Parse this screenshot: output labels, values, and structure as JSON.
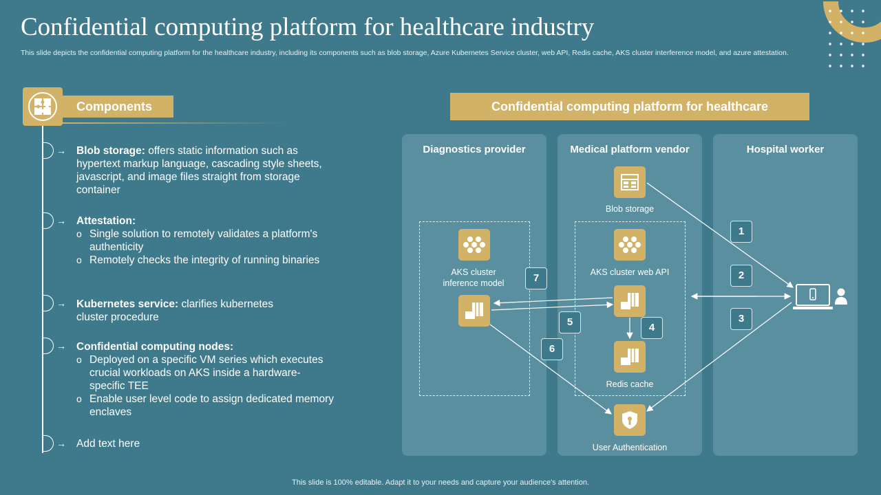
{
  "header": {
    "title": "Confidential computing platform for healthcare industry",
    "subtitle": "This slide depicts the confidential computing platform for the healthcare industry, including its components such as blob storage, Azure Kubernetes Service cluster,  web API,  Redis cache, AKS cluster interference model, and azure  attestation."
  },
  "components": {
    "label": "Components",
    "items": [
      {
        "title": "Blob storage:",
        "text": " offers static information such as hypertext  markup language, cascading style sheets, javascript, and image files straight from storage container"
      },
      {
        "title": "Attestation:",
        "bullets": [
          "Single solution to remotely validates a platform's authenticity",
          "Remotely checks the integrity of running binaries"
        ]
      },
      {
        "title": "Kubernetes service:",
        "text": " clarifies kubernetes cluster procedure"
      },
      {
        "title": "Confidential computing nodes:",
        "bullets": [
          "Deployed on a specific VM series which executes crucial workloads on AKS inside a hardware-specific TEE",
          "Enable user level code to assign dedicated memory enclaves"
        ]
      },
      {
        "title": "",
        "text": "Add text here"
      }
    ],
    "bullet_symbol": "o"
  },
  "platform": {
    "title": "Confidential computing platform for healthcare",
    "columns": [
      "Diagnostics provider",
      "Medical platform vendor",
      "Hospital worker"
    ],
    "nodes": {
      "blob_storage": "Blob storage",
      "aks_inference": "AKS cluster inference model",
      "aks_web_api": "AKS cluster web API",
      "redis_cache": "Redis cache",
      "user_auth": "User Authentication"
    },
    "steps": [
      "1",
      "2",
      "3",
      "4",
      "5",
      "6",
      "7"
    ]
  },
  "footer": "This slide is 100% editable. Adapt it to your needs and capture your audience's attention.",
  "colors": {
    "background": "#3e7a8c",
    "accent": "#d2b266",
    "panel": "#5a8f9f"
  }
}
